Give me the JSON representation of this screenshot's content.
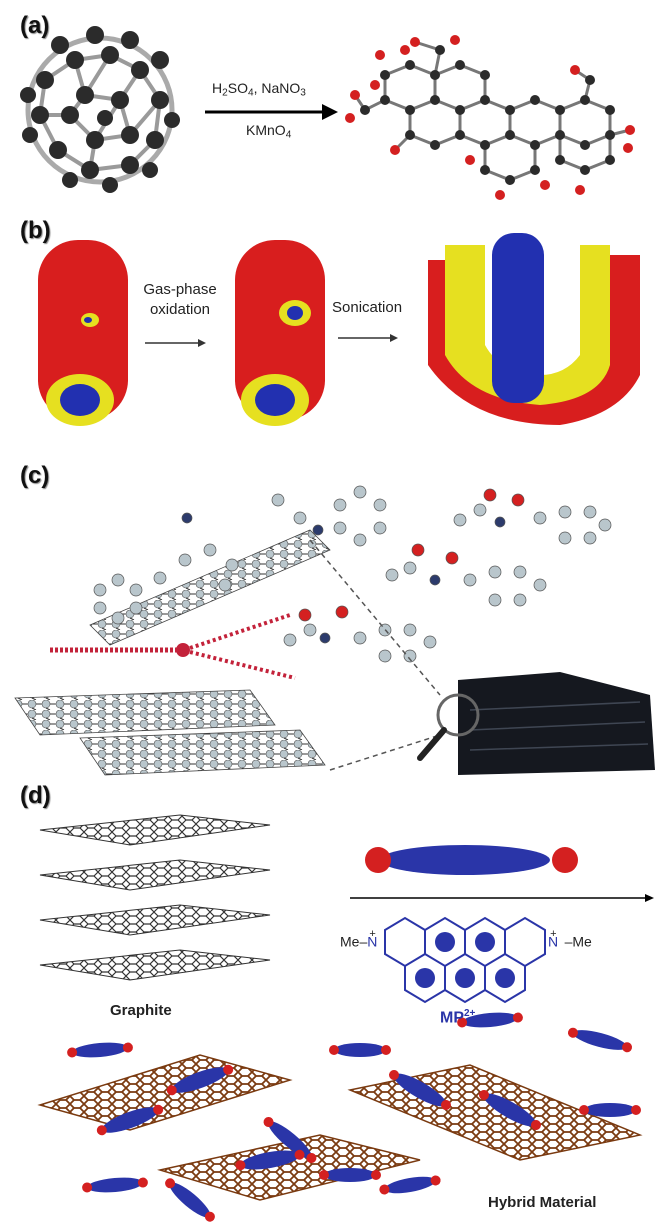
{
  "figure": {
    "panel_a": {
      "label": "(a)",
      "reagents_top": {
        "h2so4": "H",
        "h2so4_sub": "2",
        "h2so4_rest": "SO",
        "h2so4_sub2": "4",
        "sep": ", NaNO",
        "nano3_sub": "3"
      },
      "reagents_bottom": {
        "kmno4": "KMnO",
        "kmno4_sub": "4"
      }
    },
    "panel_b": {
      "label": "(b)",
      "step1": [
        "Gas-phase",
        "oxidation"
      ],
      "step2": "Sonication"
    },
    "panel_c": {
      "label": "(c)"
    },
    "panel_d": {
      "label": "(d)",
      "graphite_label": "Graphite",
      "mp_label": "MP",
      "mp_charge": "2+",
      "me_left": "Me",
      "me_right": "Me",
      "n_label": "N",
      "plus": "+",
      "hybrid_label": "Hybrid Material"
    },
    "colors": {
      "carbon": "#2b2b2b",
      "oxygen": "#d42020",
      "tube_red": "#d81e1e",
      "tube_yellow": "#e6e020",
      "tube_blue": "#2230b0",
      "mp_blue": "#2a35a8",
      "hybrid_brown": "#7a3a10"
    }
  }
}
